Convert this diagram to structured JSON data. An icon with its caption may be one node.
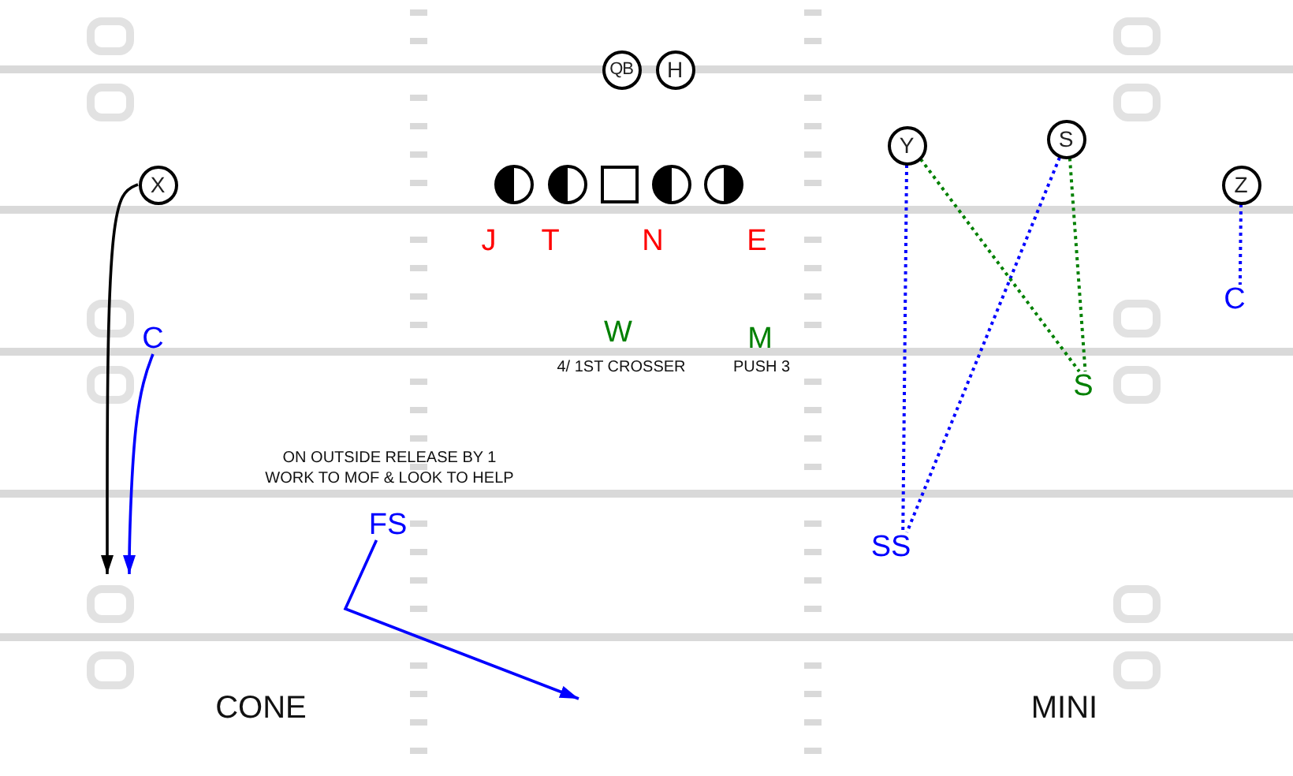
{
  "diagram": {
    "nodes": [
      {
        "text": [
          "QB"
        ]
      },
      {
        "text": [
          "H"
        ]
      },
      {
        "text": [
          "X"
        ]
      },
      {
        "text": [],
        "shape": "circle"
      },
      {
        "text": [],
        "shape": "circle"
      },
      {
        "text": [],
        "shape": "box"
      },
      {
        "text": [],
        "shape": "circle"
      },
      {
        "text": [],
        "shape": "circle"
      },
      {
        "text": [
          "Y"
        ]
      },
      {
        "text": [
          "S"
        ]
      },
      {
        "text": [
          "Z"
        ]
      },
      {
        "text": [
          "J"
        ]
      },
      {
        "text": [
          "T"
        ]
      },
      {
        "text": [
          "N"
        ]
      },
      {
        "text": [
          "E"
        ]
      },
      {
        "text": [
          "C"
        ]
      },
      {
        "text": [
          "C"
        ]
      },
      {
        "text": [
          "W"
        ],
        "beside": [
          "4/ 1ST CROSSER"
        ]
      },
      {
        "text": [
          "M"
        ],
        "beside": [
          "PUSH 3"
        ]
      },
      {
        "text": [
          "S"
        ]
      },
      {
        "text": [
          "FS"
        ],
        "beside": [
          "ON OUTSIDE RELEASE BY 1 WORK TO MOF & LOOK TO HELP"
        ]
      },
      {
        "text": [
          "SS"
        ]
      }
    ],
    "edges": [
      {
        "from": 2,
        "to": null,
        "arrow": "to",
        "color": "#000000"
      },
      {
        "from": 16,
        "to": null,
        "arrow": "to"
      },
      {
        "from": 10,
        "to": 15,
        "arrow": "none",
        "style": "dashed"
      },
      {
        "from": 8,
        "to": 21,
        "arrow": "none",
        "style": "dashed"
      },
      {
        "from": 9,
        "to": 21,
        "arrow": "none",
        "style": "dashed"
      },
      {
        "from": 8,
        "to": 19,
        "arrow": "none",
        "style": "dashed",
        "color": "#008000"
      },
      {
        "from": 9,
        "to": 19,
        "arrow": "none",
        "style": "dashed",
        "color": "#008000"
      },
      {
        "from": 20,
        "to": null,
        "arrow": "to"
      }
    ],
    "labels": [
      "CONE",
      "MINI"
    ]
  }
}
